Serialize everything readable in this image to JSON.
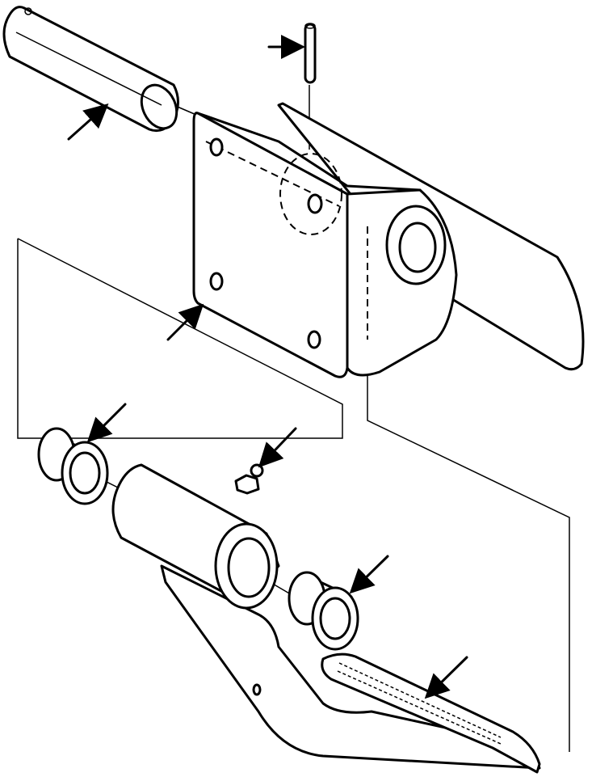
{
  "figure": {
    "title": "",
    "parts": [
      {
        "name": "pivot-pin",
        "icon": "pivot-pin-icon"
      },
      {
        "name": "roll-pin",
        "icon": "roll-pin-icon"
      },
      {
        "name": "mounting-bracket",
        "icon": "mounting-bracket-icon"
      },
      {
        "name": "needle-bearing-left",
        "icon": "bearing-icon"
      },
      {
        "name": "grease-fitting",
        "icon": "grease-fitting-icon"
      },
      {
        "name": "pedal-hub",
        "icon": "pedal-hub-icon"
      },
      {
        "name": "needle-bearing-right",
        "icon": "bearing-icon"
      },
      {
        "name": "foot-pedal",
        "icon": "foot-pedal-icon"
      }
    ],
    "callout_count": 7,
    "line_color": "#000000",
    "background": "#ffffff"
  }
}
